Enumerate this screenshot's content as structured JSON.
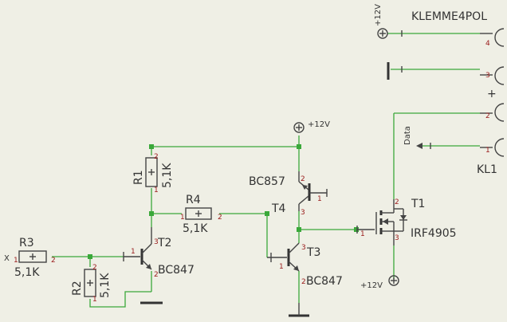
{
  "colors": {
    "background": "#efefe5",
    "wire": "#3aa83a",
    "part": "#444444",
    "pin_number": "#9a1b1b"
  },
  "connector": {
    "name": "KLEMME4POL",
    "ref": "KL1",
    "pins": [
      "4",
      "3",
      "2",
      "1"
    ],
    "plus": "+"
  },
  "net_labels": {
    "plus12_top": "+12V",
    "plus12_mid": "+12V",
    "plus12_bottom": "+12V",
    "data": "Data",
    "input": "X"
  },
  "resistors": [
    {
      "ref": "R1",
      "value": "5,1K",
      "pins": [
        "1",
        "2"
      ]
    },
    {
      "ref": "R2",
      "value": "5,1K",
      "pins": [
        "1",
        "2"
      ]
    },
    {
      "ref": "R3",
      "value": "5,1K",
      "pins": [
        "1",
        "2"
      ]
    },
    {
      "ref": "R4",
      "value": "5,1K",
      "pins": [
        "1",
        "2"
      ]
    }
  ],
  "transistors": [
    {
      "ref": "T2",
      "type": "BC847",
      "pins": [
        "1",
        "2",
        "3"
      ]
    },
    {
      "ref": "T3",
      "type": "BC847",
      "pins": [
        "1",
        "2",
        "3"
      ]
    },
    {
      "ref": "T4",
      "type": "BC857",
      "pins": [
        "1",
        "2",
        "3"
      ]
    }
  ],
  "mosfet": {
    "ref": "T1",
    "type": "IRF4905",
    "pins": [
      "1",
      "2",
      "3"
    ]
  }
}
